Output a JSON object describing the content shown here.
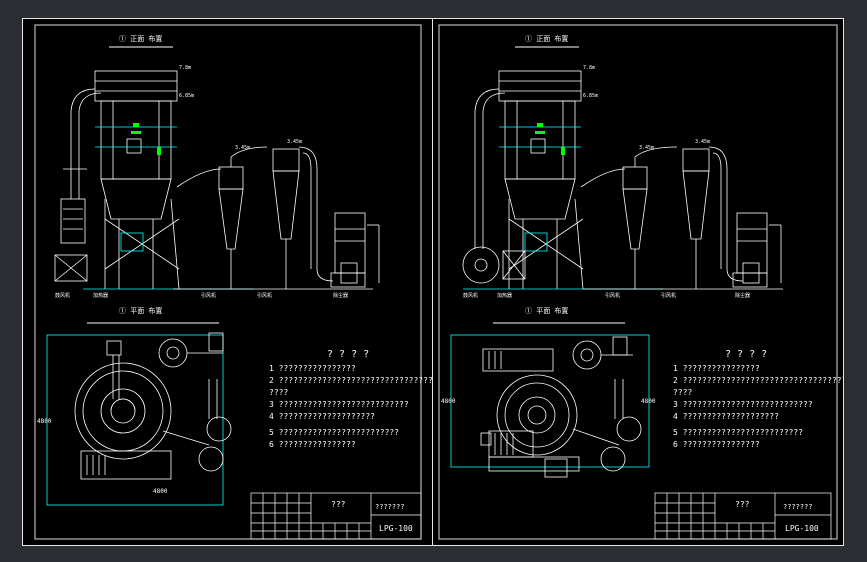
{
  "sheets": [
    {
      "id": "left",
      "elevation_title": "① 正面 布置",
      "plan_title": "① 平面 布置",
      "heading": "? ? ? ?",
      "notes": [
        "1 ????????????????",
        "2 ???????????????????????????????????",
        "  ????",
        "3 ???????????????????????????",
        "4 ????????????????????",
        "5 ?????????????????????????",
        "6 ????????????????"
      ],
      "title_block": {
        "name": "???",
        "subtitle": "???????",
        "model": "LPG-100"
      },
      "elev_labels": [
        "7.8m",
        "6.85m",
        "3.45m",
        "3.45m",
        "鼓风机",
        "加热器",
        "引风机",
        "引风机",
        "除尘器"
      ],
      "dims": [
        "4800",
        "4800"
      ]
    },
    {
      "id": "right",
      "elevation_title": "① 正面 布置",
      "plan_title": "① 平面 布置",
      "heading": "? ? ? ?",
      "notes": [
        "1 ????????????????",
        "2 ???????????????????????????????????",
        "  ????",
        "3 ???????????????????????????",
        "4 ????????????????????",
        "5 ?????????????????????????",
        "6 ????????????????"
      ],
      "title_block": {
        "name": "???",
        "subtitle": "???????",
        "model": "LPG-100"
      },
      "elev_labels": [
        "7.8m",
        "6.85m",
        "3.45m",
        "3.45m",
        "鼓风机",
        "加热器",
        "引风机",
        "引风机",
        "除尘器"
      ],
      "dims": [
        "4800",
        "4800"
      ]
    }
  ],
  "colors": {
    "background": "#000000",
    "lines": "#ffffff",
    "dims": "#00ffff",
    "accent": "#00ff00"
  }
}
